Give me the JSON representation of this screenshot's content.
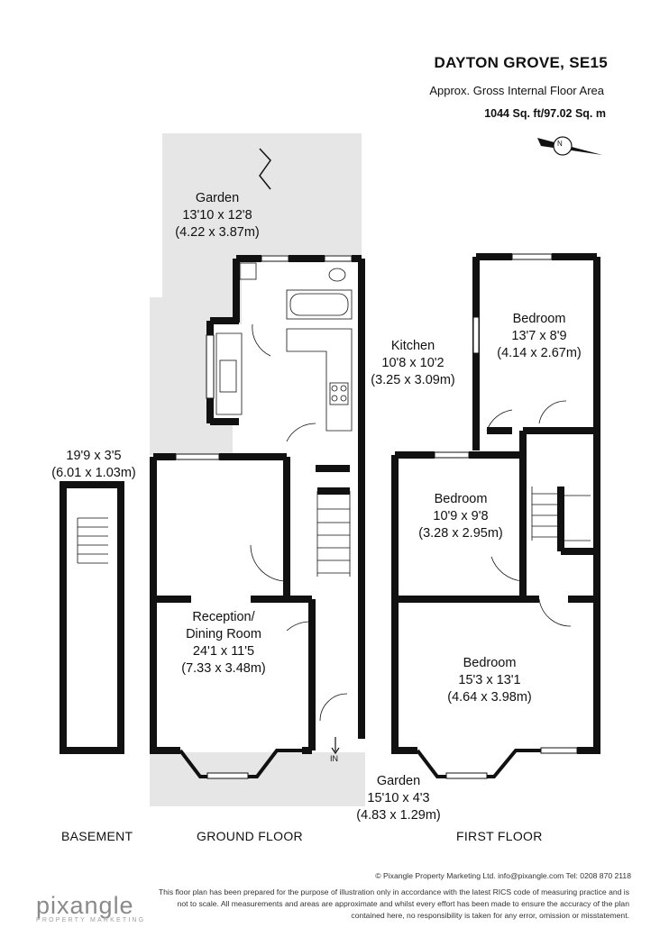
{
  "header": {
    "title": "DAYTON GROVE, SE15",
    "subtitle": "Approx. Gross Internal Floor Area",
    "area": "1044 Sq. ft/97.02 Sq. m"
  },
  "rooms": {
    "garden_rear": {
      "name": "Garden",
      "dims": "13'10 x 12'8",
      "metric": "(4.22 x 3.87m)"
    },
    "kitchen": {
      "name": "Kitchen",
      "dims": "10'8 x 10'2",
      "metric": "(3.25 x 3.09m)"
    },
    "reception": {
      "name": "Reception/",
      "name2": "Dining Room",
      "dims": "24'1 x 11'5",
      "metric": "(7.33 x 3.48m)"
    },
    "basement": {
      "dims": "19'9 x 3'5",
      "metric": "(6.01 x 1.03m)"
    },
    "garden_front": {
      "name": "Garden",
      "dims": "15'10 x 4'3",
      "metric": "(4.83 x 1.29m)"
    },
    "bedroom_rear": {
      "name": "Bedroom",
      "dims": "13'7 x 8'9",
      "metric": "(4.14 x 2.67m)"
    },
    "bedroom_mid": {
      "name": "Bedroom",
      "dims": "10'9 x 9'8",
      "metric": "(3.28 x 2.95m)"
    },
    "bedroom_front": {
      "name": "Bedroom",
      "dims": "15'3 x 13'1",
      "metric": "(4.64 x 3.98m)"
    }
  },
  "entrance": "IN",
  "compass": "N",
  "floors": {
    "basement": "BASEMENT",
    "ground": "GROUND FLOOR",
    "first": "FIRST FLOOR"
  },
  "footer": {
    "copyright": "© Pixangle Property Marketing Ltd. info@pixangle.com Tel: 0208 870 2118",
    "line1": "This floor plan has been prepared for the purpose of illustration only in accordance with the latest RICS code of measuring practice and is",
    "line2": "not to scale. All measurements and areas are approximate and whilst every effort has been made to ensure the accuracy of the plan",
    "line3": "contained here, no responsibility is taken for any error, omission or misstatement."
  },
  "logo": {
    "name": "pixangle",
    "tagline": "PROPERTY MARKETING"
  },
  "colors": {
    "wall": "#111111",
    "garden": "#e6e6e6",
    "text": "#111111"
  }
}
